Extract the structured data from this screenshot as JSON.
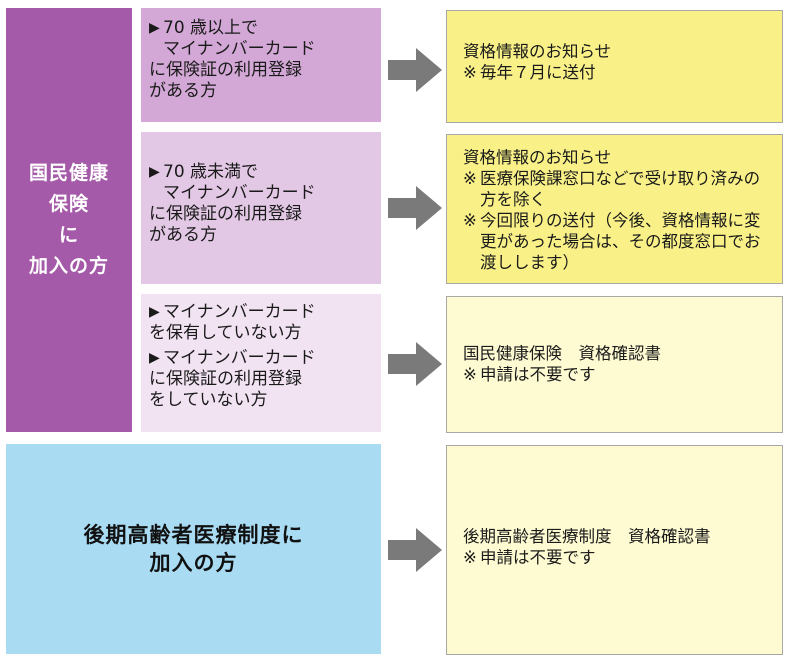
{
  "nhi_group": {
    "label_lines": [
      "国民健康",
      "保険",
      "に",
      "加入の方"
    ],
    "conditions": [
      {
        "bullets": [
          {
            "lines": [
              "70 歳以上で",
              "マイナンバーカード",
              "に保険証の利用登録",
              "がある方"
            ]
          }
        ]
      },
      {
        "bullets": [
          {
            "lines": [
              "70 歳未満で",
              "マイナンバーカード",
              "に保険証の利用登録",
              "がある方"
            ]
          }
        ]
      },
      {
        "bullets": [
          {
            "lines": [
              "マイナンバーカード",
              "を保有していない方"
            ]
          },
          {
            "lines": [
              "マイナンバーカード",
              "に保険証の利用登録",
              "をしていない方"
            ]
          }
        ]
      }
    ]
  },
  "elder_group": {
    "label_lines": [
      "後期高齢者医療制度に",
      "加入の方"
    ]
  },
  "results": [
    {
      "title": "資格情報のお知らせ",
      "notes": [
        "毎年７月に送付"
      ]
    },
    {
      "title": "資格情報のお知らせ",
      "notes": [
        "医療保険課窓口などで受け取り済みの方を除く",
        "今回限りの送付（今後、資格情報に変更があった場合は、その都度窓口でお渡しします）"
      ]
    },
    {
      "title": "国民健康保険　資格確認書",
      "notes": [
        "申請は不要です"
      ]
    },
    {
      "title": "後期高齢者医療制度　資格確認書",
      "notes": [
        "申請は不要です"
      ]
    }
  ],
  "symbols": {
    "triangle": "▶",
    "note_mark": "※"
  },
  "colors": {
    "nhi_label_bg": "#a45aa8",
    "cond1_bg": "#d3a8d6",
    "cond2_bg": "#e3c8e5",
    "cond3_bg": "#f2e3f3",
    "elder_label_bg": "#a9dcf3",
    "result_yellow": "#f9f188",
    "result_pale": "#fefbd2",
    "arrow": "#7a7a7a"
  },
  "icons": {
    "arrow": "arrow-right-icon",
    "bullet": "triangle-bullet-icon"
  }
}
